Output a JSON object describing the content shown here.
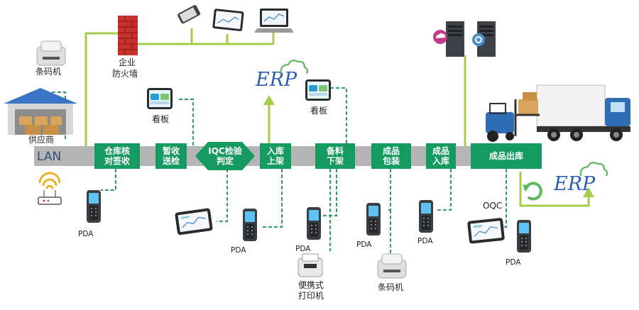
{
  "lan_label": "LAN",
  "colors": {
    "step_green": "#159a61",
    "line_green": "#a6cc4a",
    "lan_bar": "#b5b5b5",
    "erp_blue": "#2a5db0",
    "cloud_green": "#5cb85c",
    "dashed_green": "#2e9e64"
  },
  "steps": [
    {
      "line1": "仓库核",
      "line2": "对签收"
    },
    {
      "line1": "暂收",
      "line2": "送检"
    },
    {
      "line1": "IQC检验",
      "line2": "判定"
    },
    {
      "line1": "入库",
      "line2": "上架"
    },
    {
      "line1": "备料",
      "line2": "下架"
    },
    {
      "line1": "成品",
      "line2": "包装"
    },
    {
      "line1": "成品",
      "line2": "入库"
    },
    {
      "line1": "成品出库",
      "line2": ""
    }
  ],
  "labels": {
    "barcode_printer_top": "条码机",
    "supplier": "供应商",
    "firewall_line1": "企业",
    "firewall_line2": "防火墙",
    "kanban1": "看板",
    "kanban2": "看板",
    "erp_top": "ERP",
    "erp_right": "ERP",
    "oqc": "OQC",
    "pda1": "PDA",
    "pda2": "PDA",
    "pda3": "PDA",
    "pda4": "PDA",
    "pda5": "PDA",
    "pda6": "PDA",
    "portable_printer_line1": "便携式",
    "portable_printer_line2": "打印机",
    "barcode_printer_bottom": "条码机"
  }
}
